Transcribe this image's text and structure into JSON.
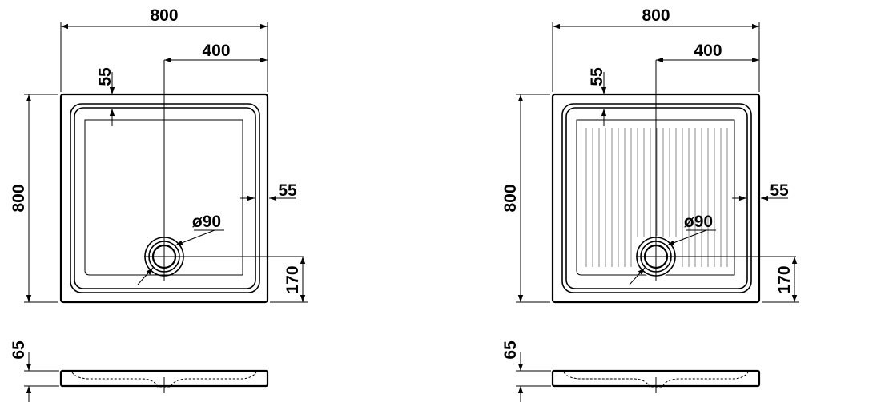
{
  "drawings": [
    {
      "id": "left",
      "variant": "plain",
      "labels": {
        "width": "800",
        "half_width": "400",
        "rim_top": "55",
        "rim_right": "55",
        "height": "800",
        "drain": "ø90",
        "drain_offset": "170",
        "tray_height": "65"
      }
    },
    {
      "id": "right",
      "variant": "grooved",
      "labels": {
        "width": "800",
        "half_width": "400",
        "rim_top": "55",
        "rim_right": "55",
        "height": "800",
        "drain": "ø90",
        "drain_offset": "170",
        "tray_height": "65"
      }
    }
  ]
}
